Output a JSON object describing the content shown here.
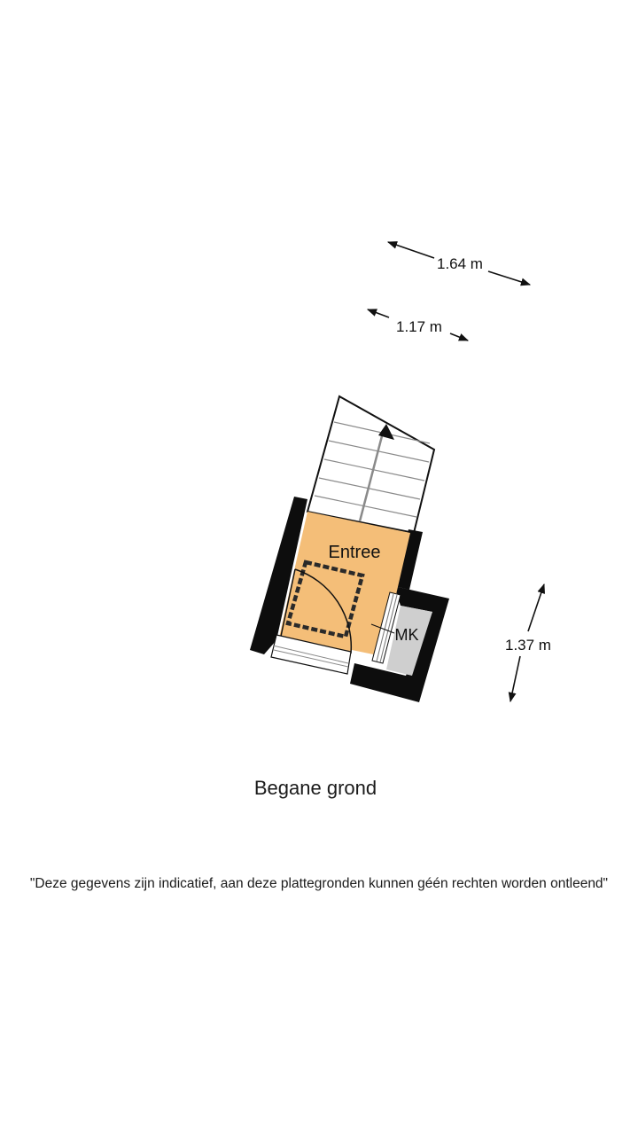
{
  "rooms": [
    {
      "id": "entree",
      "label": "Entree",
      "color": "#f4be78"
    },
    {
      "id": "meterkast",
      "label": "MK",
      "color": "#cfcfcf"
    }
  ],
  "dimensions": [
    {
      "id": "dim-top",
      "label": "1.64 m"
    },
    {
      "id": "dim-middle",
      "label": "1.17 m"
    },
    {
      "id": "dim-right",
      "label": "1.37 m"
    }
  ],
  "floor_title": "Begane grond",
  "disclaimer": "\"Deze gegevens zijn indicatief, aan deze plattegronden kunnen géén rechten worden ontleend\"",
  "colors": {
    "wall": "#0d0d0d",
    "stair_fill": "#ffffff",
    "stair_line": "#8a8a8a",
    "mat_outline": "#2a2a2a"
  }
}
